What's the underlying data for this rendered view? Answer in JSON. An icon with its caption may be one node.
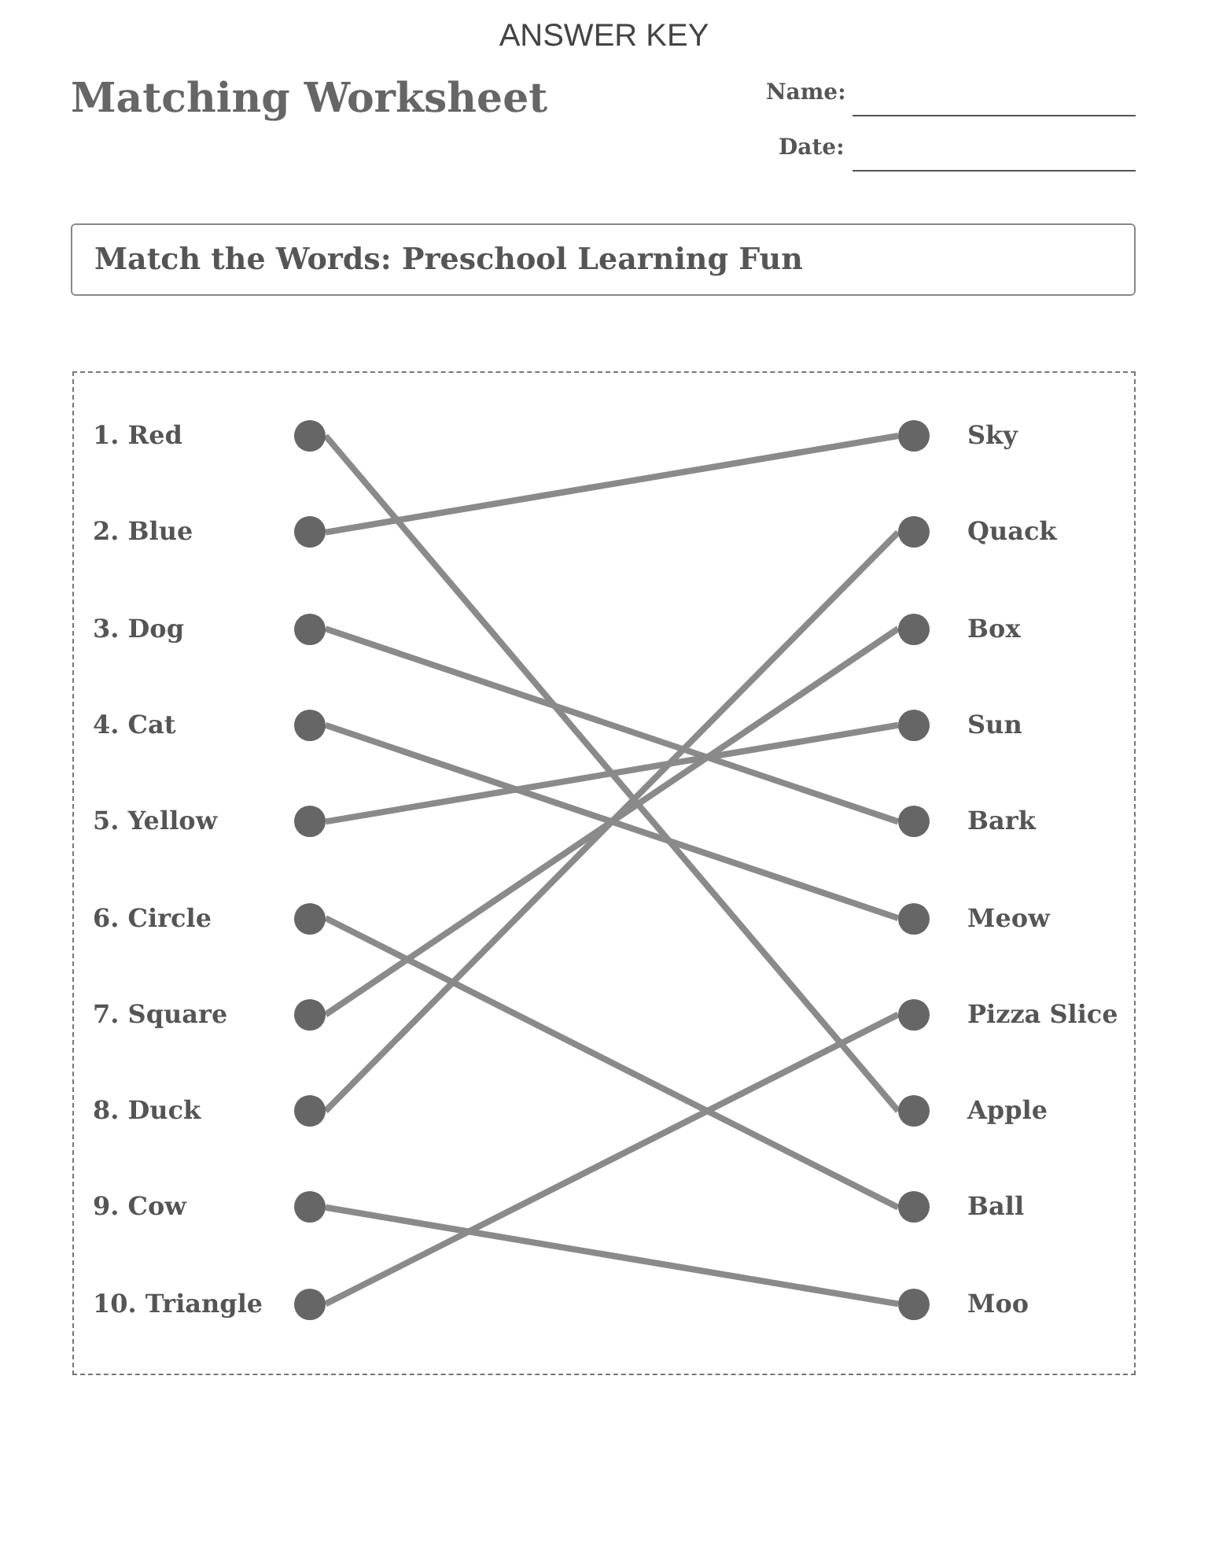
{
  "diagram": {
    "title": "Matching Worksheet",
    "labels": [
      "ANSWER KEY",
      "Name:",
      "Date:"
    ],
    "nodes": [
      {
        "text": [
          "Match the Words: Preschool Learning Fun"
        ]
      },
      {
        "text": [],
        "shape": "box"
      },
      {
        "text": [
          "1. Red"
        ],
        "in": 1
      },
      {
        "text": [
          "2. Blue"
        ],
        "in": 1
      },
      {
        "text": [
          "3. Dog"
        ],
        "in": 1
      },
      {
        "text": [
          "4. Cat"
        ],
        "in": 1
      },
      {
        "text": [
          "5. Yellow"
        ],
        "in": 1
      },
      {
        "text": [
          "6. Circle"
        ],
        "in": 1
      },
      {
        "text": [
          "7. Square"
        ],
        "in": 1
      },
      {
        "text": [
          "8. Duck"
        ],
        "in": 1
      },
      {
        "text": [
          "9. Cow"
        ],
        "in": 1
      },
      {
        "text": [
          "10. Triangle"
        ],
        "in": 1
      },
      {
        "text": [
          "Sky"
        ],
        "in": 1
      },
      {
        "text": [
          "Quack"
        ],
        "in": 1
      },
      {
        "text": [
          "Box"
        ],
        "in": 1
      },
      {
        "text": [
          "Sun"
        ],
        "in": 1
      },
      {
        "text": [
          "Bark"
        ],
        "in": 1
      },
      {
        "text": [
          "Meow"
        ],
        "in": 1
      },
      {
        "text": [
          "Pizza Slice"
        ],
        "in": 1
      },
      {
        "text": [
          "Apple"
        ],
        "in": 1
      },
      {
        "text": [
          "Ball"
        ],
        "in": 1
      },
      {
        "text": [
          "Moo"
        ],
        "in": 1
      }
    ],
    "edges": [
      {
        "from": 2,
        "to": 19,
        "arrow": "none"
      },
      {
        "from": 3,
        "to": 12,
        "arrow": "none"
      },
      {
        "from": 4,
        "to": 16,
        "arrow": "none"
      },
      {
        "from": 5,
        "to": 17,
        "arrow": "none"
      },
      {
        "from": 6,
        "to": 15,
        "arrow": "none"
      },
      {
        "from": 7,
        "to": 20,
        "arrow": "none"
      },
      {
        "from": 8,
        "to": 14,
        "arrow": "none"
      },
      {
        "from": 9,
        "to": 13,
        "arrow": "none"
      },
      {
        "from": 10,
        "to": 21,
        "arrow": "none"
      },
      {
        "from": 11,
        "to": 18,
        "arrow": "none"
      }
    ]
  }
}
